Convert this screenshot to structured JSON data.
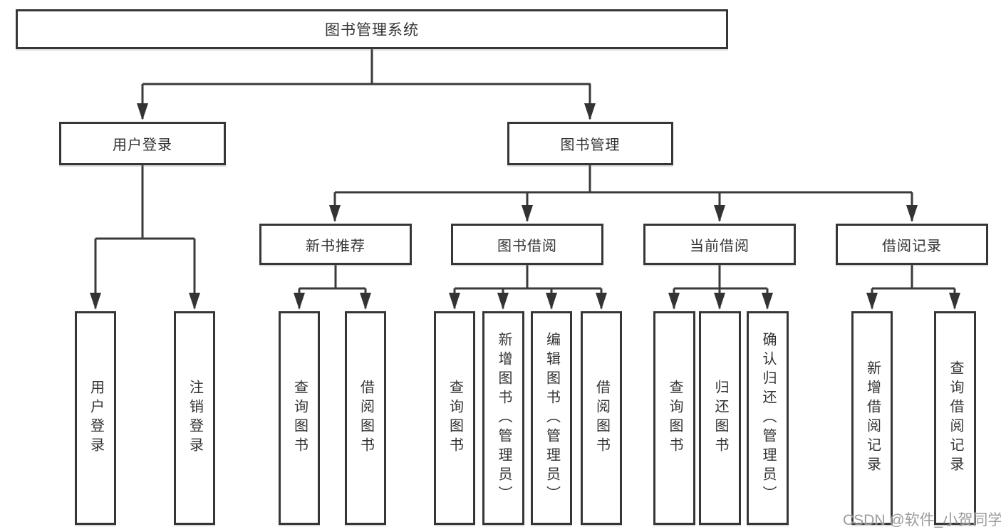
{
  "tree": {
    "root": {
      "label": "图书管理系统"
    },
    "children": [
      {
        "label": "用户登录",
        "children": [
          {
            "label": "用户登录"
          },
          {
            "label": "注销登录"
          }
        ]
      },
      {
        "label": "图书管理",
        "children": [
          {
            "label": "新书推荐",
            "children": [
              {
                "label": "查询图书"
              },
              {
                "label": "借阅图书"
              }
            ]
          },
          {
            "label": "图书借阅",
            "children": [
              {
                "label": "查询图书"
              },
              {
                "label": "新增图书（管理员）"
              },
              {
                "label": "编辑图书（管理员）"
              },
              {
                "label": "借阅图书"
              }
            ]
          },
          {
            "label": "当前借阅",
            "children": [
              {
                "label": "查询图书"
              },
              {
                "label": "归还图书"
              },
              {
                "label": "确认归还（管理员）"
              }
            ]
          },
          {
            "label": "借阅记录",
            "children": [
              {
                "label": "新增借阅记录"
              },
              {
                "label": "查询借阅记录"
              }
            ]
          }
        ]
      }
    ]
  },
  "watermark": {
    "text": "CSDN @软件_小贺同学"
  },
  "colors": {
    "line": "#3a3a3a",
    "box_border": "#363636",
    "text": "#333333",
    "watermark": "#949494",
    "background": "#ffffff"
  }
}
